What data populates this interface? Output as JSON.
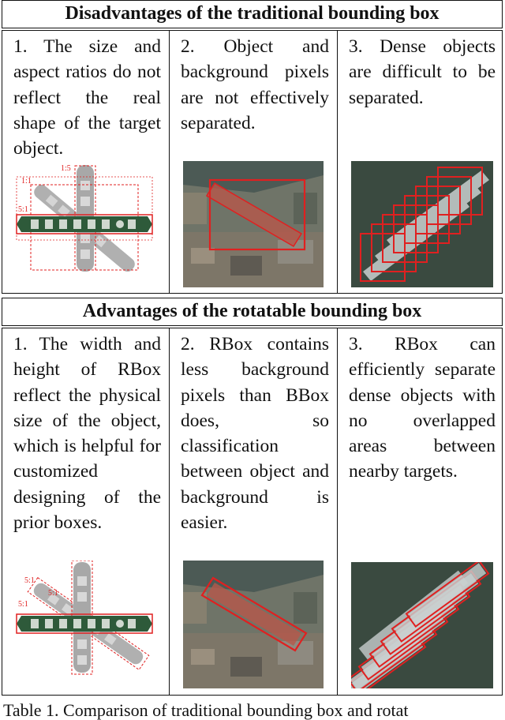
{
  "disadvantages": {
    "title": "Disadvantages of the traditional bounding box",
    "cells": [
      {
        "text": "1. The size and aspect ratios do not reflect the real shape of the target object.",
        "figure": "ships-axis-aligned-boxes",
        "ratio_labels": [
          "1:5",
          "1:1",
          "5:1"
        ]
      },
      {
        "text": "2. Object and background pix­els are not effec­tively separated.",
        "figure": "ship-aerial-bbox"
      },
      {
        "text": "3. Dense ob­jects are difficult to be separated.",
        "figure": "dense-ships-bbox"
      }
    ]
  },
  "advantages": {
    "title": "Advantages of the rotatable bounding box",
    "cells": [
      {
        "text": "1. The width and height of RBox reflect the physical size of the object, which is helpful for customized designing of the prior boxes.",
        "figure": "ships-rotated-boxes",
        "ratio_labels": [
          "5:1",
          "5:1",
          "5:1"
        ]
      },
      {
        "text": "2. RBox contains less background pixels than BBox does, so classification between object and background is easier.",
        "figure": "ship-aerial-rbox"
      },
      {
        "text": "3. RBox can efficiently sep­arate dense objects with no overlapped areas between nearby targets.",
        "figure": "dense-ships-rbox"
      }
    ]
  },
  "caption": "Table 1. Comparison of traditional bounding box and rotat",
  "colors": {
    "box": "#e02020",
    "ship_hull": "#2e5a3a",
    "sea": "#3a4a40",
    "grey_ship": "#a9a9a9"
  }
}
